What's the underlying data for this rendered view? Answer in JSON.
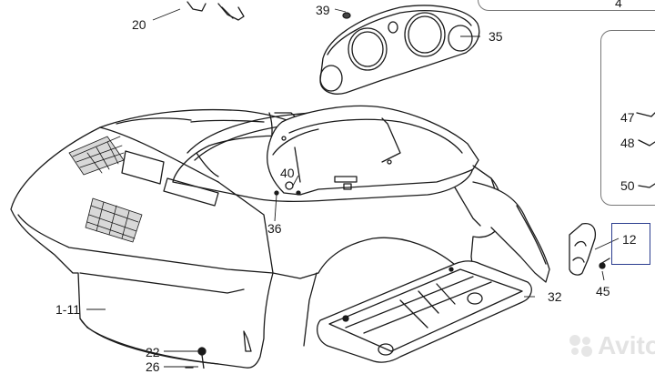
{
  "callouts": {
    "c4": "4",
    "c20": "20",
    "c39": "39",
    "c35": "35",
    "c47": "47",
    "c48": "48",
    "c50": "50",
    "c40": "40",
    "c36": "36",
    "c12": "12",
    "c45": "45",
    "c32": "32",
    "c1_11": "1-11",
    "c22": "22",
    "c26": "26"
  },
  "watermark": {
    "text": "Avito"
  }
}
